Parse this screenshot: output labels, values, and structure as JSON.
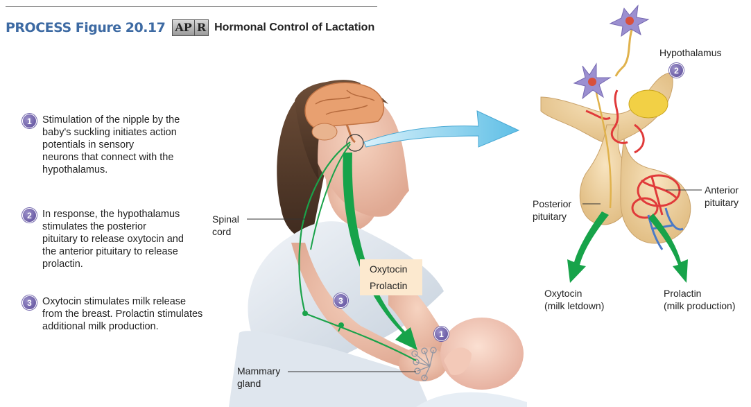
{
  "header": {
    "figure_label": "PROCESS Figure 20.17",
    "apr_letters": [
      "AP",
      "R"
    ],
    "subtitle": "Hormonal Control of Lactation"
  },
  "steps": [
    {
      "number": "1",
      "text": "Stimulation of the nipple by the\nbaby's suckling initiates action\npotentials in sensory\nneurons that connect with the\nhypothalamus."
    },
    {
      "number": "2",
      "text": "In response, the hypothalamus\nstimulates the posterior\npituitary to release oxytocin and\nthe anterior pituitary to release\nprolactin."
    },
    {
      "number": "3",
      "text": "Oxytocin stimulates milk release\nfrom the breast. Prolactin stimulates\nadditional milk production."
    }
  ],
  "labels": {
    "spinal_cord": "Spinal\ncord",
    "mammary_gland": "Mammary\ngland",
    "hypothalamus": "Hypothalamus",
    "anterior_pituitary": "Anterior\npituitary",
    "posterior_pituitary": "Posterior\npituitary",
    "oxytocin_output": "Oxytocin\n(milk letdown)",
    "prolactin_output": "Prolactin\n(milk production)"
  },
  "hormone_box": {
    "line1": "Oxytocin",
    "line2": "Prolactin"
  },
  "art_badges": {
    "near_baby": "1",
    "near_arrow": "3",
    "near_hypothalamus": "2"
  },
  "colors": {
    "title_blue": "#3d6aa3",
    "badge_purple": "#5a4a99",
    "nerve_green": "#1aa34a",
    "arrow_blue": "#7fcdea",
    "pituitary_tan": "#f0d3a2",
    "vessel_red": "#e03a3a",
    "vessel_blue": "#4b7ac7",
    "neuron_purple": "#9b8fd0"
  }
}
